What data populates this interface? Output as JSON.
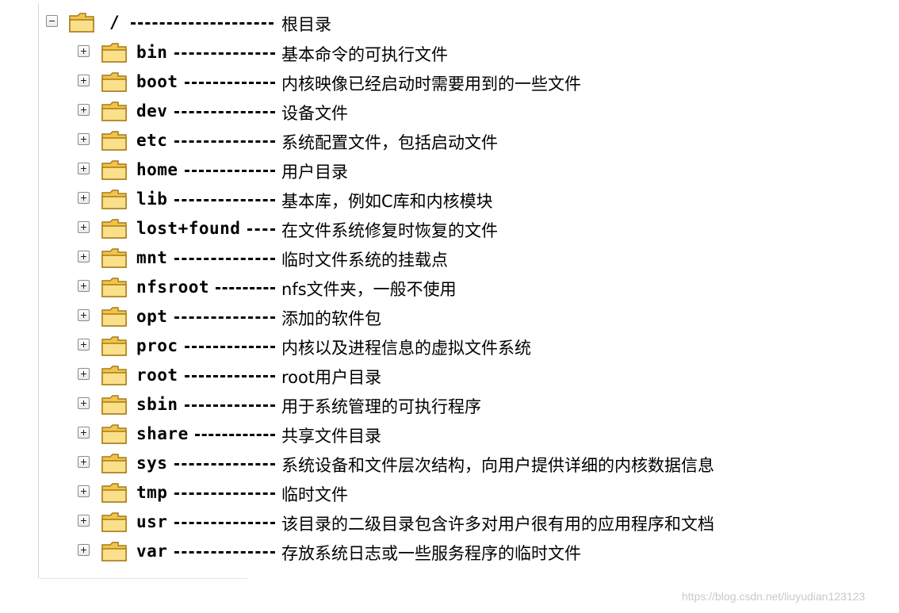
{
  "root": {
    "name": "/",
    "desc": "根目录"
  },
  "dirs": [
    {
      "name": "bin",
      "desc": "基本命令的可执行文件"
    },
    {
      "name": "boot",
      "desc": "内核映像已经启动时需要用到的一些文件"
    },
    {
      "name": "dev",
      "desc": "设备文件"
    },
    {
      "name": "etc",
      "desc": "系统配置文件，包括启动文件"
    },
    {
      "name": "home",
      "desc": "用户目录"
    },
    {
      "name": "lib",
      "desc": "基本库，例如C库和内核模块"
    },
    {
      "name": "lost+found",
      "desc": "在文件系统修复时恢复的文件"
    },
    {
      "name": "mnt",
      "desc": "临时文件系统的挂载点"
    },
    {
      "name": "nfsroot",
      "desc": "nfs文件夹，一般不使用"
    },
    {
      "name": "opt",
      "desc": "添加的软件包"
    },
    {
      "name": "proc",
      "desc": "内核以及进程信息的虚拟文件系统"
    },
    {
      "name": "root",
      "desc": "root用户目录"
    },
    {
      "name": "sbin",
      "desc": "用于系统管理的可执行程序"
    },
    {
      "name": "share",
      "desc": "共享文件目录"
    },
    {
      "name": "sys",
      "desc": "系统设备和文件层次结构，向用户提供详细的内核数据信息"
    },
    {
      "name": "tmp",
      "desc": "临时文件"
    },
    {
      "name": "usr",
      "desc": "该目录的二级目录包含许多对用户很有用的应用程序和文档"
    },
    {
      "name": "var",
      "desc": "存放系统日志或一些服务程序的临时文件"
    }
  ],
  "watermark": "https://blog.csdn.net/liuyudian123123"
}
